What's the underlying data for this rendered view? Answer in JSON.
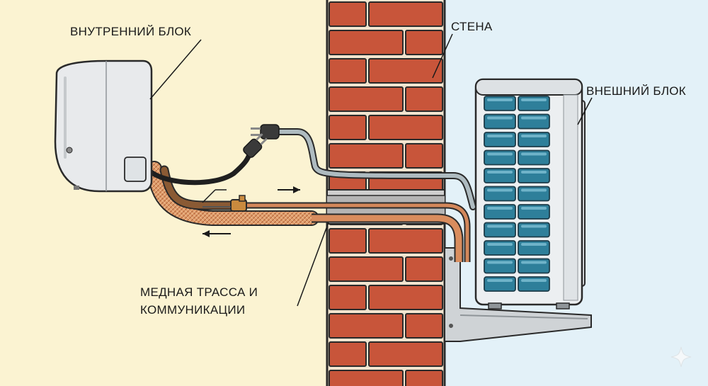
{
  "labels": {
    "indoor_unit": "ВНУТРЕННИЙ БЛОК",
    "wall": "СТЕНА",
    "outdoor_unit": "ВНЕШНИЙ БЛОК",
    "piping_line1": "МЕДНАЯ ТРАССА И",
    "piping_line2": "КОММУНИКАЦИИ"
  },
  "colors": {
    "indoor_bg": "#fbf3d2",
    "outdoor_bg": "#e3f1f8",
    "brick": "#c8553a",
    "mortar": "#f1e4cf",
    "copper": "#d3875a",
    "insulation": "#e1a06e",
    "fins": "#2e7f9a"
  },
  "icons": [
    "power-plug-icon",
    "flow-arrow-right-icon",
    "flow-arrow-left-icon",
    "sparkle-icon"
  ]
}
